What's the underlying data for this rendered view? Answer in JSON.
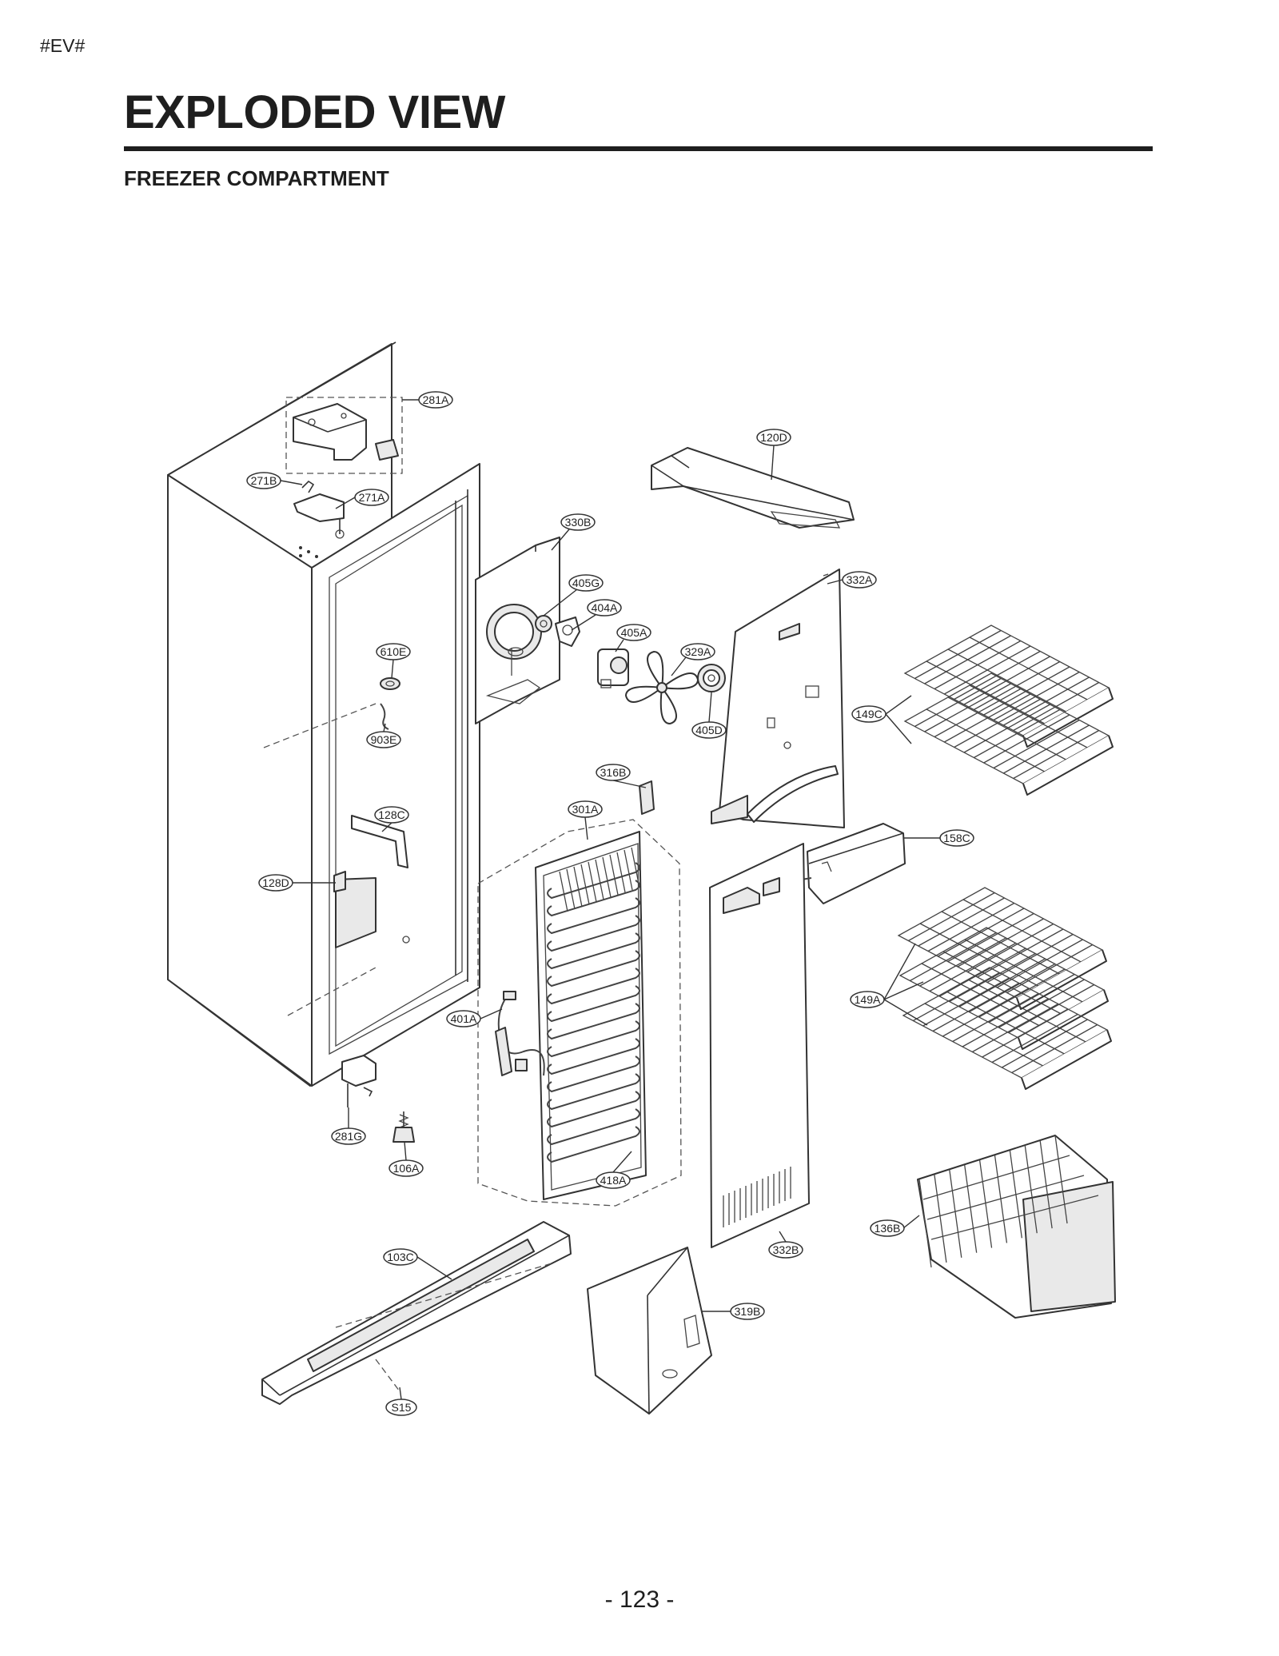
{
  "header": {
    "tag": "#EV#",
    "title": "EXPLODED VIEW",
    "subtitle": "FREEZER COMPARTMENT"
  },
  "footer": {
    "page_number": "- 123 -"
  },
  "part_labels": {
    "p281A": "281A",
    "p120D": "120D",
    "p271B": "271B",
    "p271A": "271A",
    "p330B": "330B",
    "p405G": "405G",
    "p332A": "332A",
    "p404A": "404A",
    "p405A": "405A",
    "p329A": "329A",
    "p610E": "610E",
    "p149C": "149C",
    "p405D": "405D",
    "p903E": "903E",
    "p316B": "316B",
    "p301A": "301A",
    "p128C": "128C",
    "p158C": "158C",
    "p128D": "128D",
    "p149A": "149A",
    "p401A": "401A",
    "p281G": "281G",
    "p106A": "106A",
    "p418A": "418A",
    "p136B": "136B",
    "p332B": "332B",
    "p103C": "103C",
    "p319B": "319B",
    "pS15": "S15"
  }
}
